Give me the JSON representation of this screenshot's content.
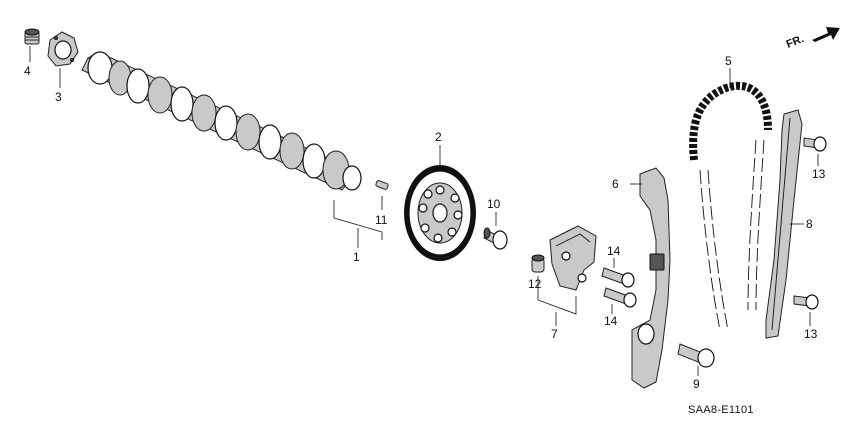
{
  "direction_label": "FR.",
  "diagram_code": "SAA8-E1101",
  "callouts": [
    "1",
    "2",
    "3",
    "4",
    "5",
    "6",
    "7",
    "8",
    "9",
    "10",
    "11",
    "12",
    "13",
    "13",
    "14",
    "14"
  ]
}
